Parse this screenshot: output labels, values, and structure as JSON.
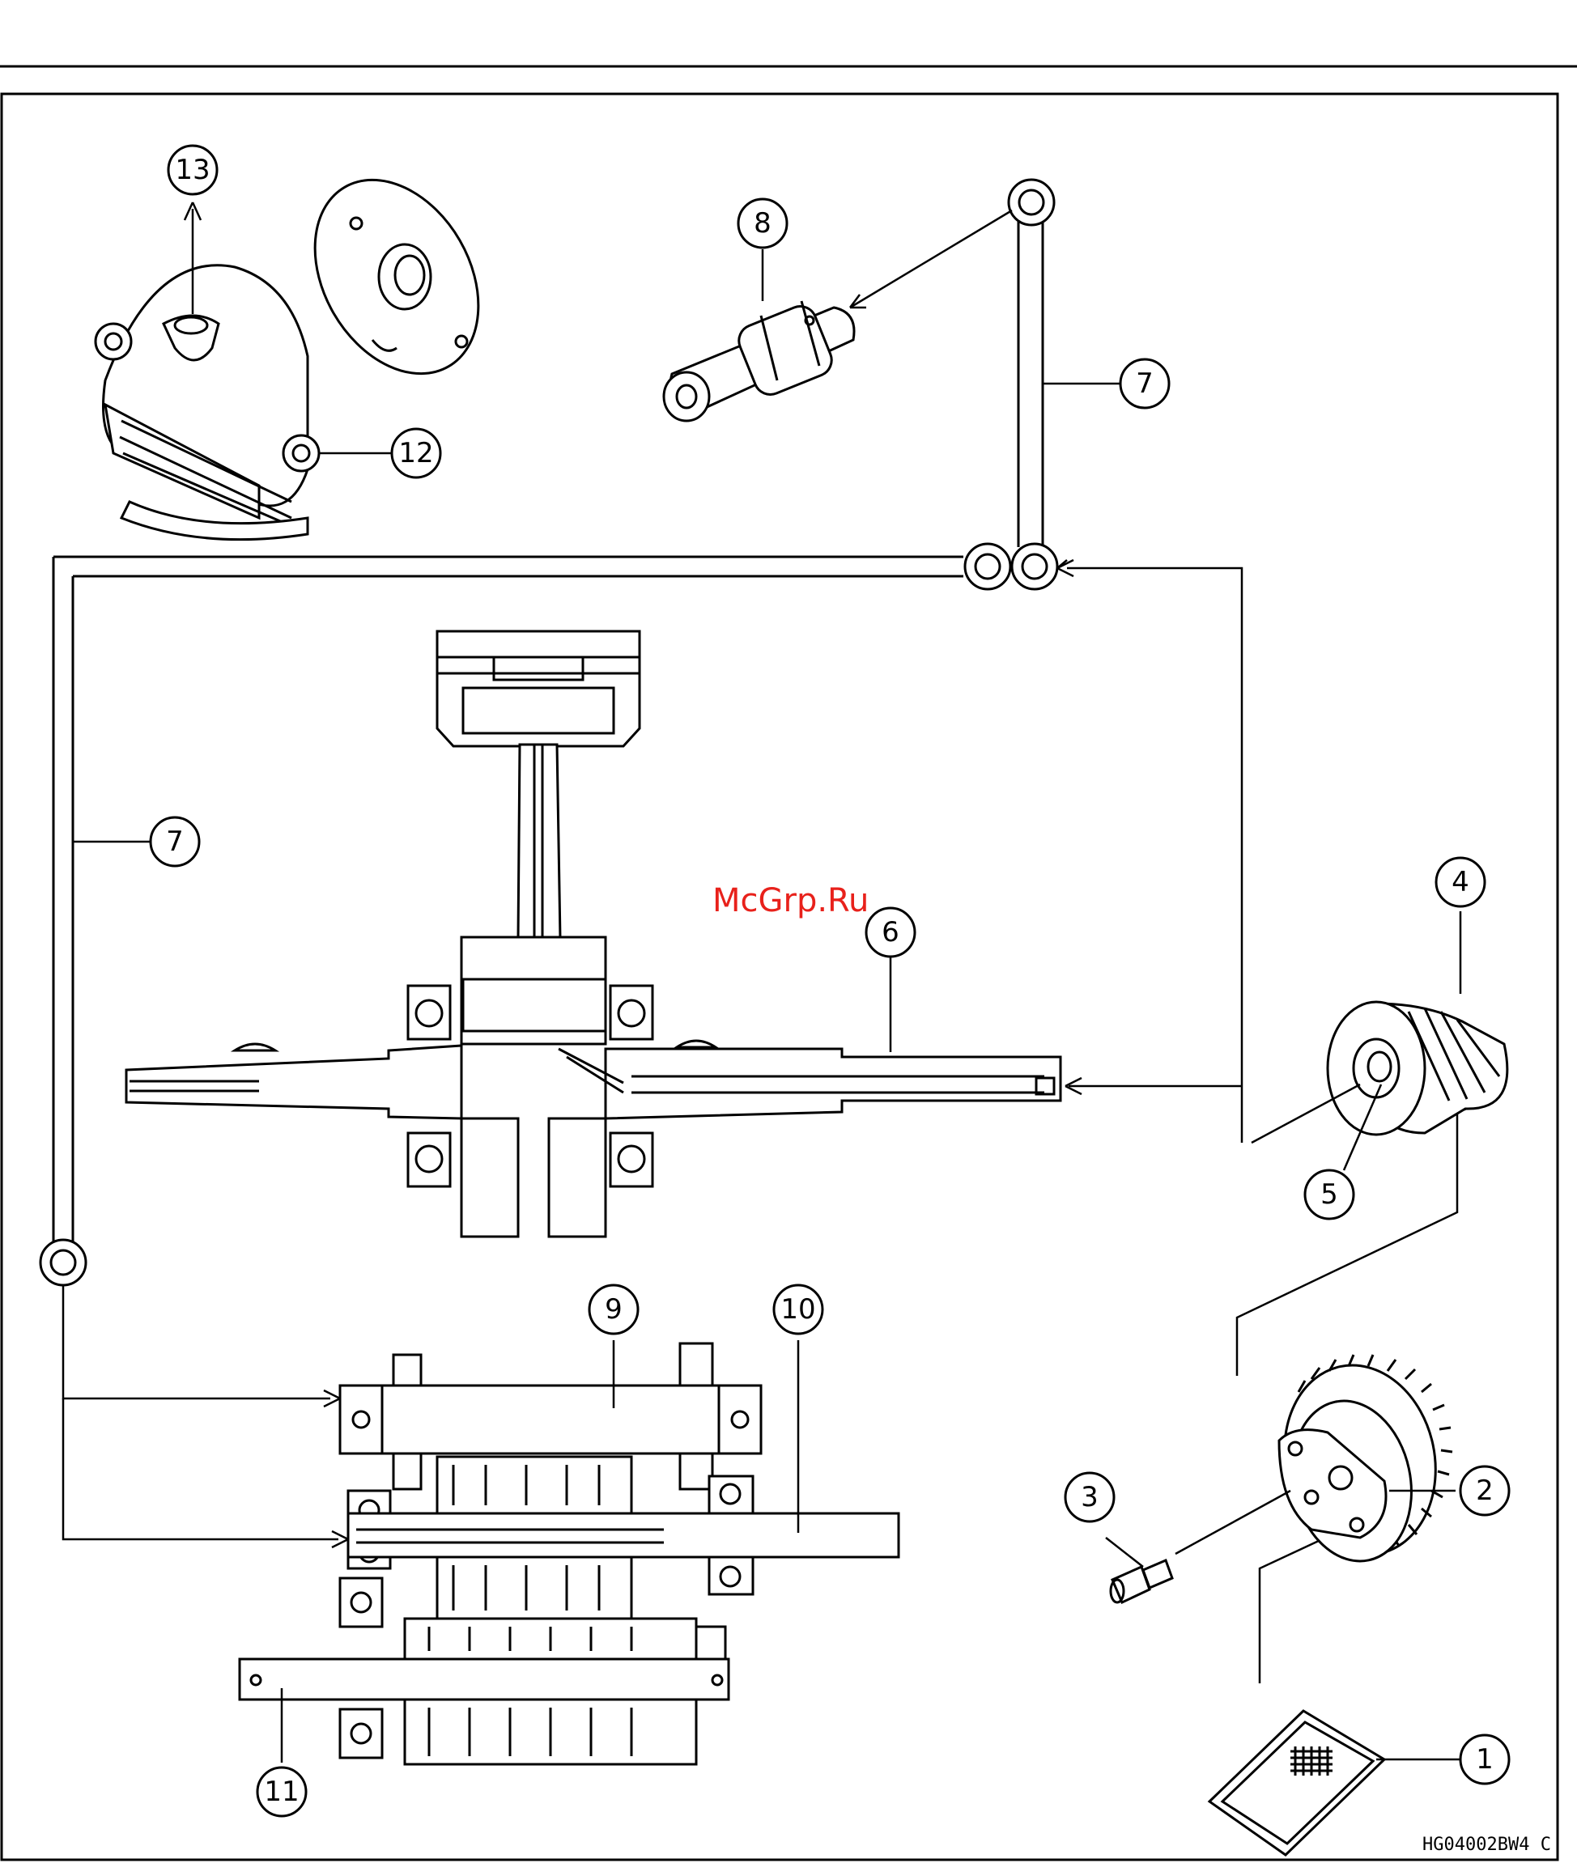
{
  "callouts": {
    "c1": "1",
    "c2": "2",
    "c3": "3",
    "c4": "4",
    "c5": "5",
    "c6": "6",
    "c7a": "7",
    "c7b": "7",
    "c8": "8",
    "c9": "9",
    "c10": "10",
    "c11": "11",
    "c12": "12",
    "c13": "13"
  },
  "watermark": "McGrp.Ru",
  "figure_code": "HG04002BW4 C"
}
